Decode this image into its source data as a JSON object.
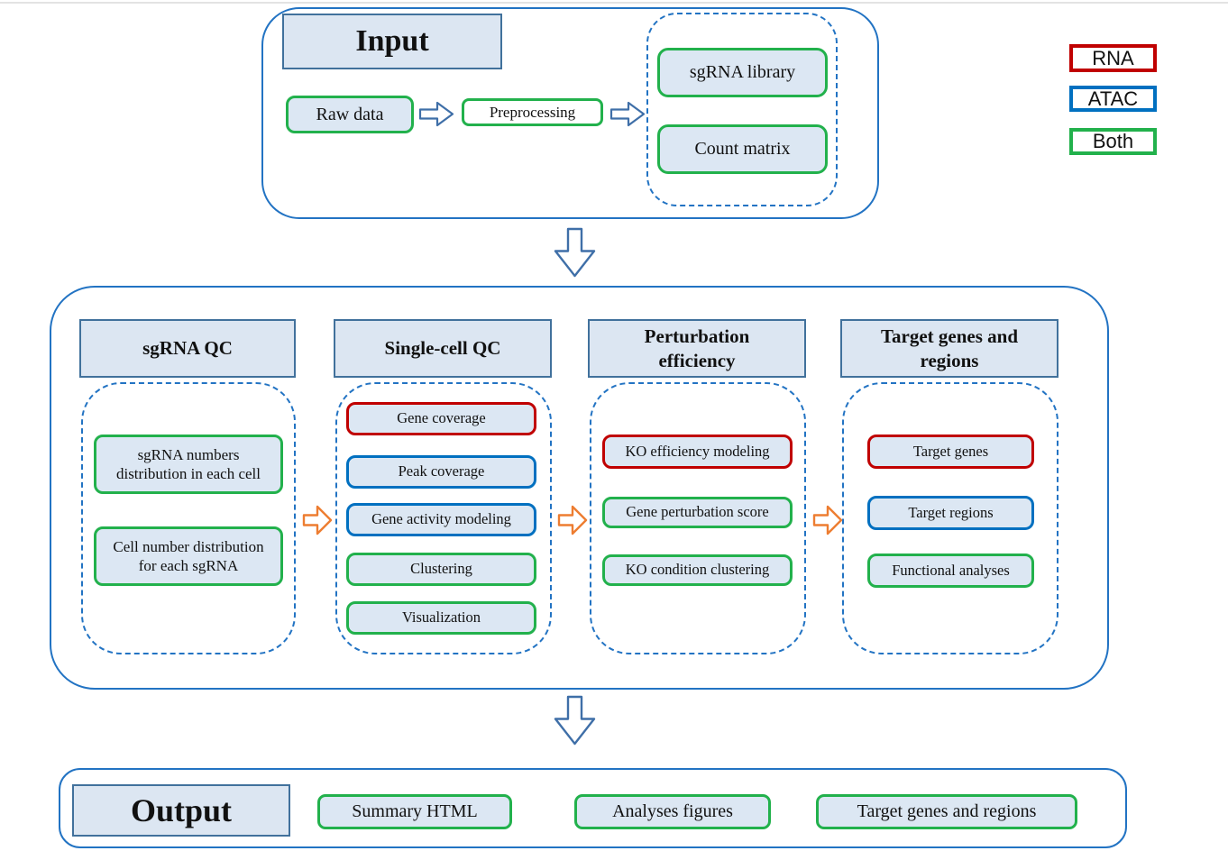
{
  "colors": {
    "rna": "#c00000",
    "atac": "#0070c0",
    "both": "#22b14c",
    "container_blue": "#2273c3",
    "header_border": "#41719c",
    "box_fill": "#dce7f3",
    "title_fill": "#dce6f2",
    "arrow_orange": "#ed7d31",
    "arrow_steel": "#3f6fa8"
  },
  "input_section": {
    "title": "Input",
    "raw_data": "Raw data",
    "preprocessing": "Preprocessing",
    "outputs": [
      {
        "label": "sgRNA library",
        "type": "both"
      },
      {
        "label": "Count matrix",
        "type": "both"
      }
    ]
  },
  "legend": {
    "items": [
      {
        "label": "RNA",
        "color": "#c00000"
      },
      {
        "label": "ATAC",
        "color": "#0070c0"
      },
      {
        "label": "Both",
        "color": "#22b14c"
      }
    ]
  },
  "pipeline": {
    "columns": [
      {
        "title": "sgRNA QC",
        "items": [
          {
            "label": "sgRNA numbers distribution in each cell",
            "type": "both"
          },
          {
            "label": "Cell number distribution for each sgRNA",
            "type": "both"
          }
        ]
      },
      {
        "title": "Single-cell QC",
        "items": [
          {
            "label": "Gene coverage",
            "type": "rna"
          },
          {
            "label": "Peak coverage",
            "type": "atac"
          },
          {
            "label": "Gene activity modeling",
            "type": "atac"
          },
          {
            "label": "Clustering",
            "type": "both"
          },
          {
            "label": "Visualization",
            "type": "both"
          }
        ]
      },
      {
        "title": "Perturbation efficiency",
        "items": [
          {
            "label": "KO efficiency modeling",
            "type": "rna"
          },
          {
            "label": "Gene perturbation score",
            "type": "both"
          },
          {
            "label": "KO condition clustering",
            "type": "both"
          }
        ]
      },
      {
        "title": "Target genes and regions",
        "items": [
          {
            "label": "Target genes",
            "type": "rna"
          },
          {
            "label": "Target regions",
            "type": "atac"
          },
          {
            "label": "Functional analyses",
            "type": "both"
          }
        ]
      }
    ]
  },
  "output_section": {
    "title": "Output",
    "items": [
      {
        "label": "Summary HTML",
        "type": "both"
      },
      {
        "label": "Analyses figures",
        "type": "both"
      },
      {
        "label": "Target genes and regions",
        "type": "both"
      }
    ]
  }
}
